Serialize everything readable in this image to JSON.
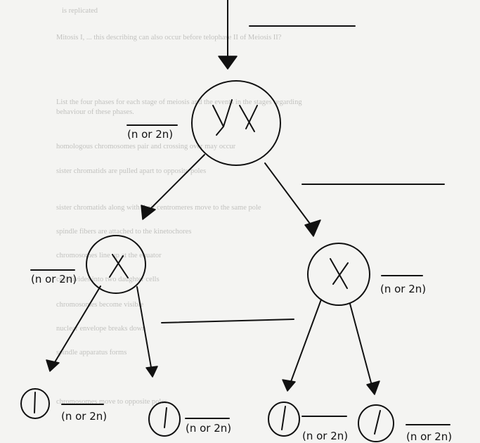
{
  "labels": {
    "ploidy_top": "(n or 2n)",
    "ploidy_mid_left": "(n or 2n)",
    "ploidy_mid_right": "(n or 2n)",
    "ploidy_bottom_1": "(n or 2n)",
    "ploidy_bottom_2": "(n or 2n)",
    "ploidy_bottom_3": "(n or 2n)",
    "ploidy_bottom_4": "(n or 2n)"
  },
  "background_text": [
    "is replicated",
    "Mitosis I, ... this describing can also occur before telophase II of Meiosis II?",
    "List the four phases for each stage of meiosis and the events in the stages regarding",
    "behaviour of these phases.",
    "homologous chromosomes pair and crossing over may occur",
    "sister chromatids are pulled apart to opposite poles",
    "sister chromatids along with their centromeres move to the same pole",
    "spindle fibers are attached to the kinetochores",
    "chromosomes line up at the equator",
    "cell divides into two daughter cells",
    "chromosomes become visible",
    "nuclear envelope breaks down",
    "spindle apparatus forms",
    "chromosomes move to opposite poles"
  ]
}
